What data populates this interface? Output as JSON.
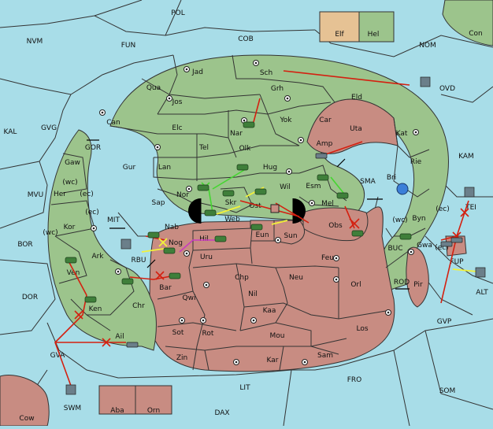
{
  "legend": [
    {
      "label": "Elf",
      "color": "#e6c294"
    },
    {
      "label": "Hel",
      "color": "#9cc48c"
    }
  ],
  "colors": {
    "sea": "#a8dde8",
    "green_power": "#9cc48c",
    "red_power": "#c88c82",
    "tan_power": "#e6c294"
  },
  "provinces": {
    "sea": [
      "POL",
      "NVM",
      "FUN",
      "COB",
      "NOM",
      "Con",
      "OVD",
      "KAL",
      "GVG",
      "GOR",
      "MVU",
      "MIT",
      "BOR",
      "RBU",
      "DOR",
      "GVA",
      "SWM",
      "Cow",
      "LIT",
      "DAX",
      "FRO",
      "SOM",
      "GVP",
      "ALT",
      "TEI",
      "KAM",
      "SMA",
      "BUC",
      "ROD"
    ],
    "green": [
      "Jad",
      "Sch",
      "Qua",
      "Jos",
      "Grh",
      "Eld",
      "Can",
      "Elc",
      "Nar",
      "Yok",
      "Car",
      "Tel",
      "Olk",
      "Kat",
      "Gur",
      "Lan",
      "Hug",
      "Rie",
      "Gaw",
      "Nor",
      "Sap",
      "Skr",
      "Wil",
      "Esm",
      "Bri",
      "(wc)",
      "Her",
      "(ec)",
      "Web",
      "Ost",
      "Mel",
      "Kor",
      "(ec)",
      "Nab",
      "Byn",
      "(wc)",
      "Nog",
      "Gwa",
      "(ec)",
      "Ark",
      "Ven",
      "Ken",
      "Chr",
      "Ail"
    ],
    "red": [
      "Uta",
      "Amp",
      "Obs",
      "Eun",
      "Sun",
      "Hil",
      "Uru",
      "Feu",
      "Chp",
      "Neu",
      "Orl",
      "Bar",
      "Qwi",
      "Nil",
      "Kaa",
      "Sot",
      "Rot",
      "Mou",
      "Los",
      "Zin",
      "Kar",
      "Sam",
      "Pir",
      "FUP",
      "Aba",
      "Orn"
    ]
  }
}
